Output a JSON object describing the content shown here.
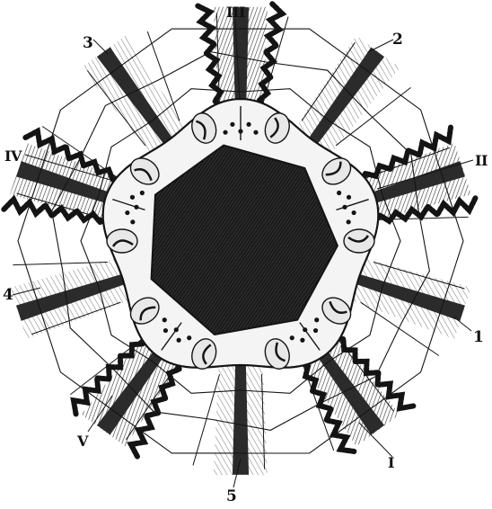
{
  "figure": {
    "ambulacra": [
      {
        "numeral": "I",
        "number": "1"
      },
      {
        "numeral": "II",
        "number": "2"
      },
      {
        "numeral": "III",
        "number": "3"
      },
      {
        "numeral": "IV",
        "number": "4"
      },
      {
        "numeral": "V",
        "number": "5"
      }
    ],
    "colors": {
      "ink": "#141414",
      "paper": "#ffffff",
      "centre": "#1a1a1a"
    }
  }
}
